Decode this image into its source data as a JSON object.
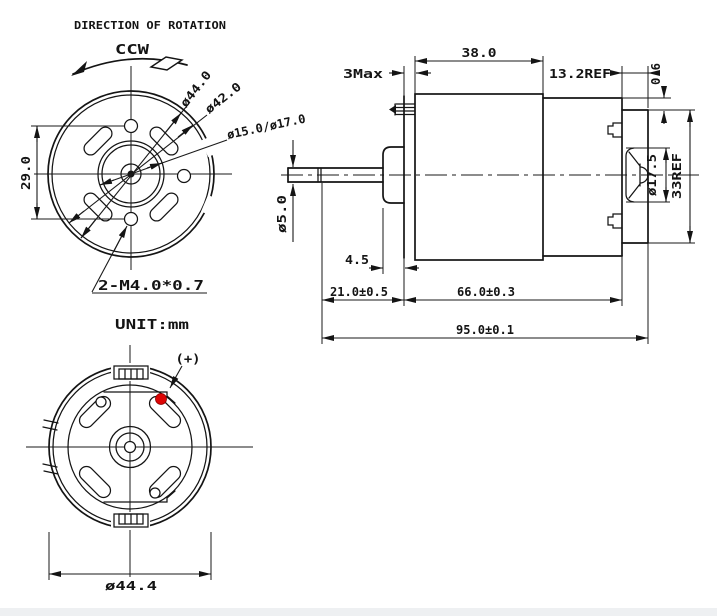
{
  "drawing": {
    "rotation_note": {
      "title": "DIRECTION OF ROTATION",
      "direction": "CCW"
    },
    "unit_label": "UNIT:mm",
    "front_view": {
      "dia_outer": "ø44.0",
      "dia_inner": "ø42.0",
      "dia_hub": "ø15.0/ø17.0",
      "hole_spacing": "29.0",
      "mount_holes": "2-M4.0*0.7"
    },
    "side_view": {
      "boss_protrusion": "3Max",
      "can_length": "38.0",
      "endcap_length": "13.2REF",
      "endcap_step": "0.6",
      "rear_boss_dia": "ø17.5",
      "endcap_height": "33REF",
      "shaft_dia": "ø5.0",
      "bushing_length": "4.5",
      "shaft_extension": "21.0±0.5",
      "body_length": "66.0±0.3",
      "overall_length": "95.0±0.1"
    },
    "bottom_view": {
      "positive_terminal": "(+)",
      "overall_dia": "ø44.4"
    },
    "colors": {
      "line": "#141414",
      "positive_terminal_dot": "#dd0505",
      "background": "#ffffff"
    }
  }
}
